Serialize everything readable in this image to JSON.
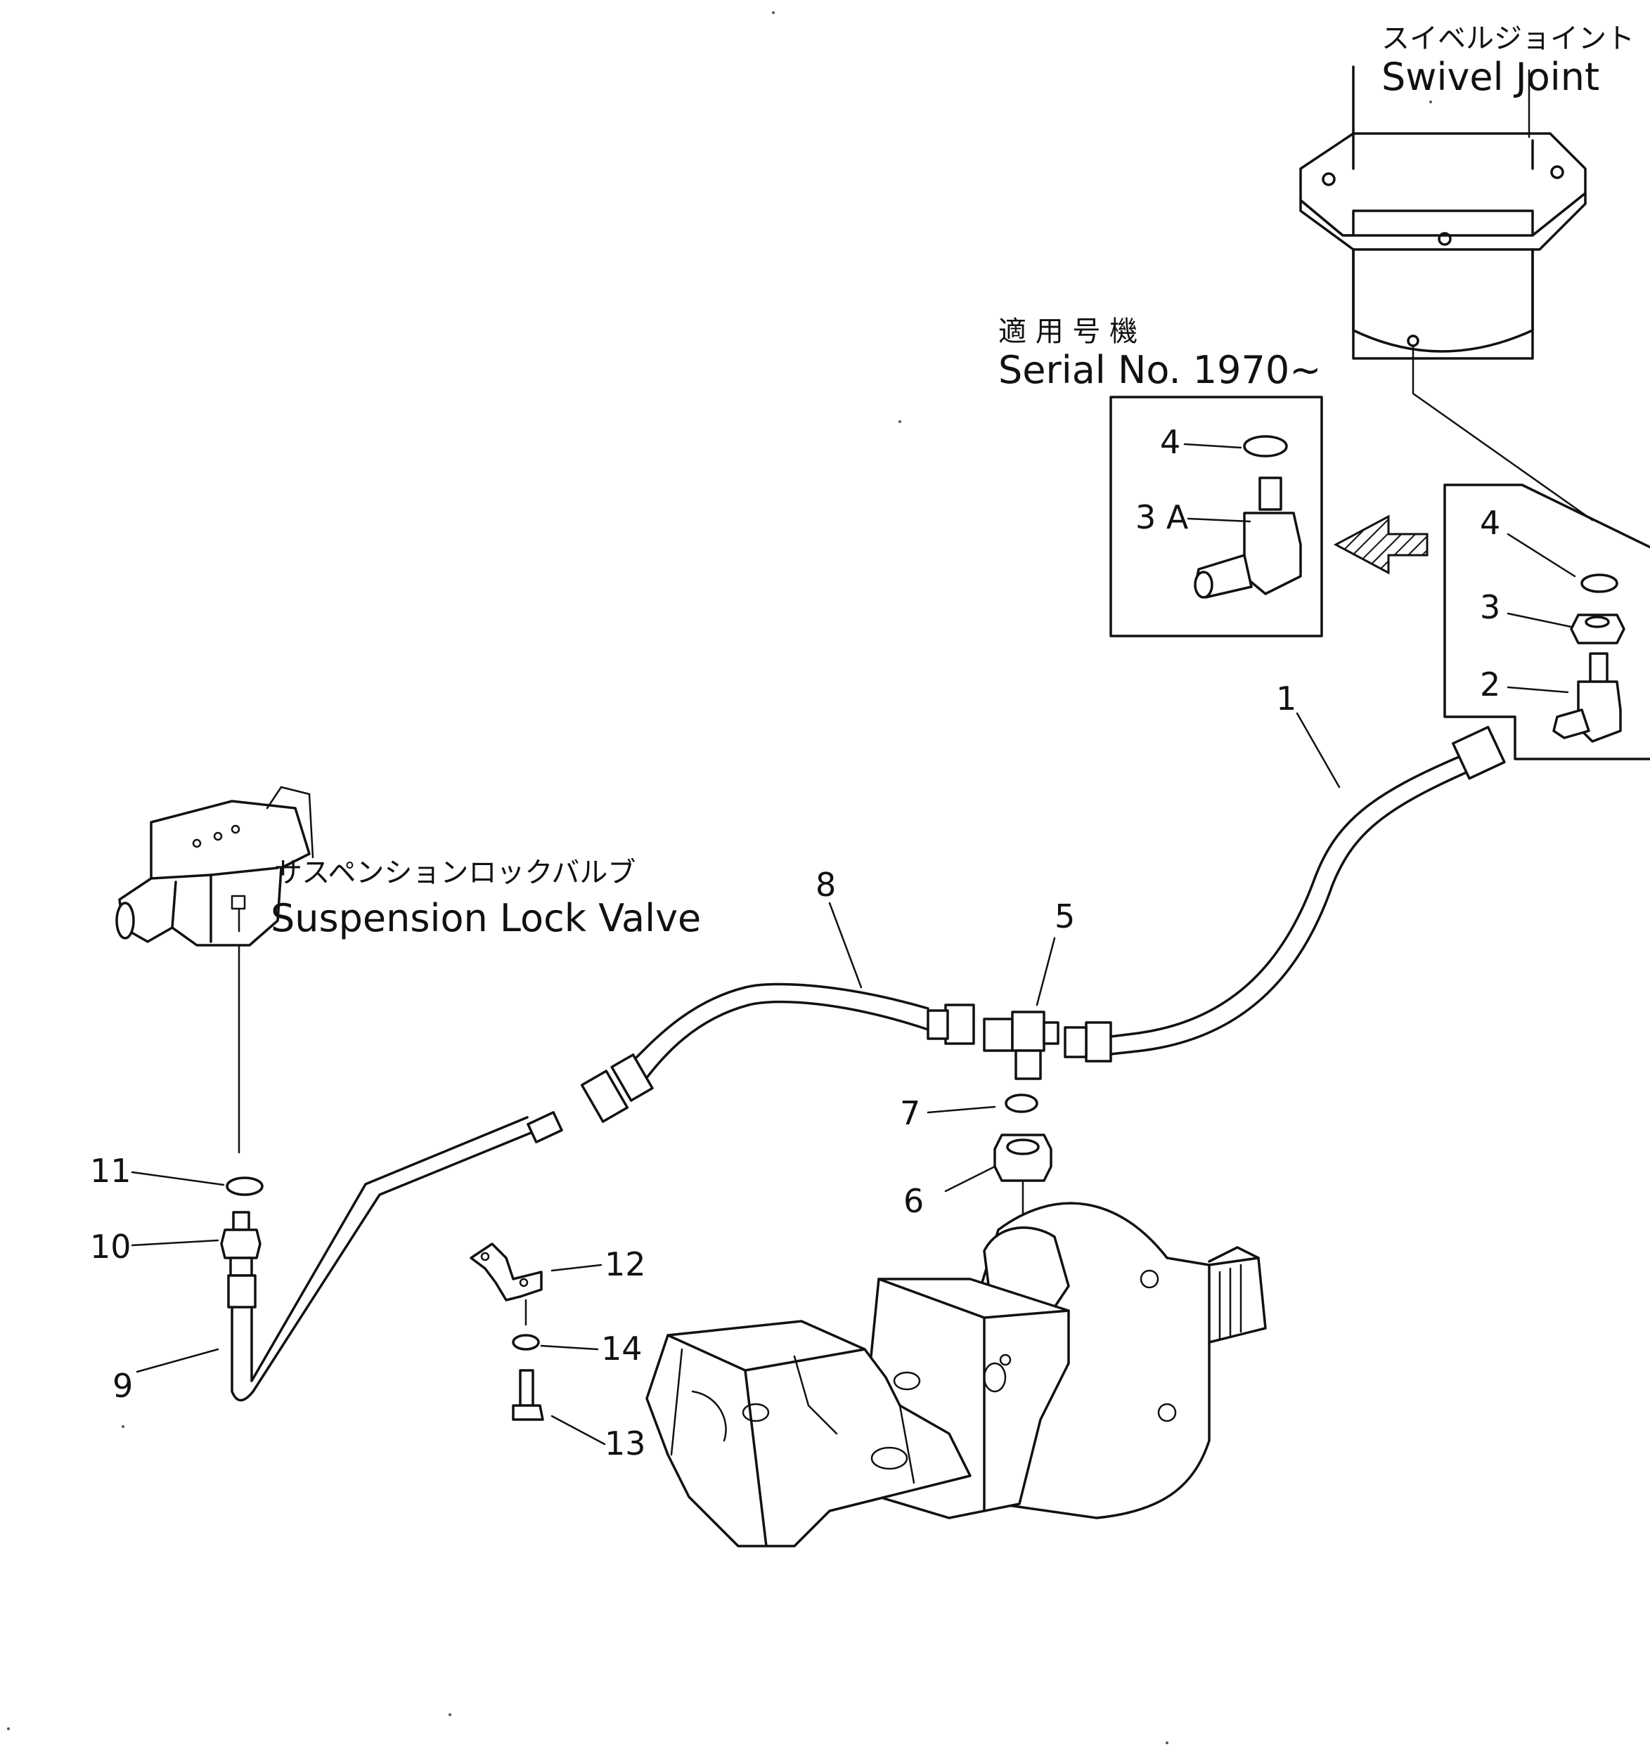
{
  "labels": {
    "swivel_joint_jp": "スイベルジョイント",
    "swivel_joint_en": "Swivel Joint",
    "serial_jp": "適 用 号 機",
    "serial_en": "Serial No. 1970~",
    "lock_valve_jp": "サスペンションロックバルブ",
    "lock_valve_en": "Suspension Lock Valve"
  },
  "callouts": {
    "c1": "1",
    "c2": "2",
    "c3": "3",
    "c4": "4",
    "c3a": "3 A",
    "c4a": "4",
    "c5": "5",
    "c6": "6",
    "c7": "7",
    "c8": "8",
    "c9": "9",
    "c10": "10",
    "c11": "11",
    "c12": "12",
    "c13": "13",
    "c14": "14"
  }
}
